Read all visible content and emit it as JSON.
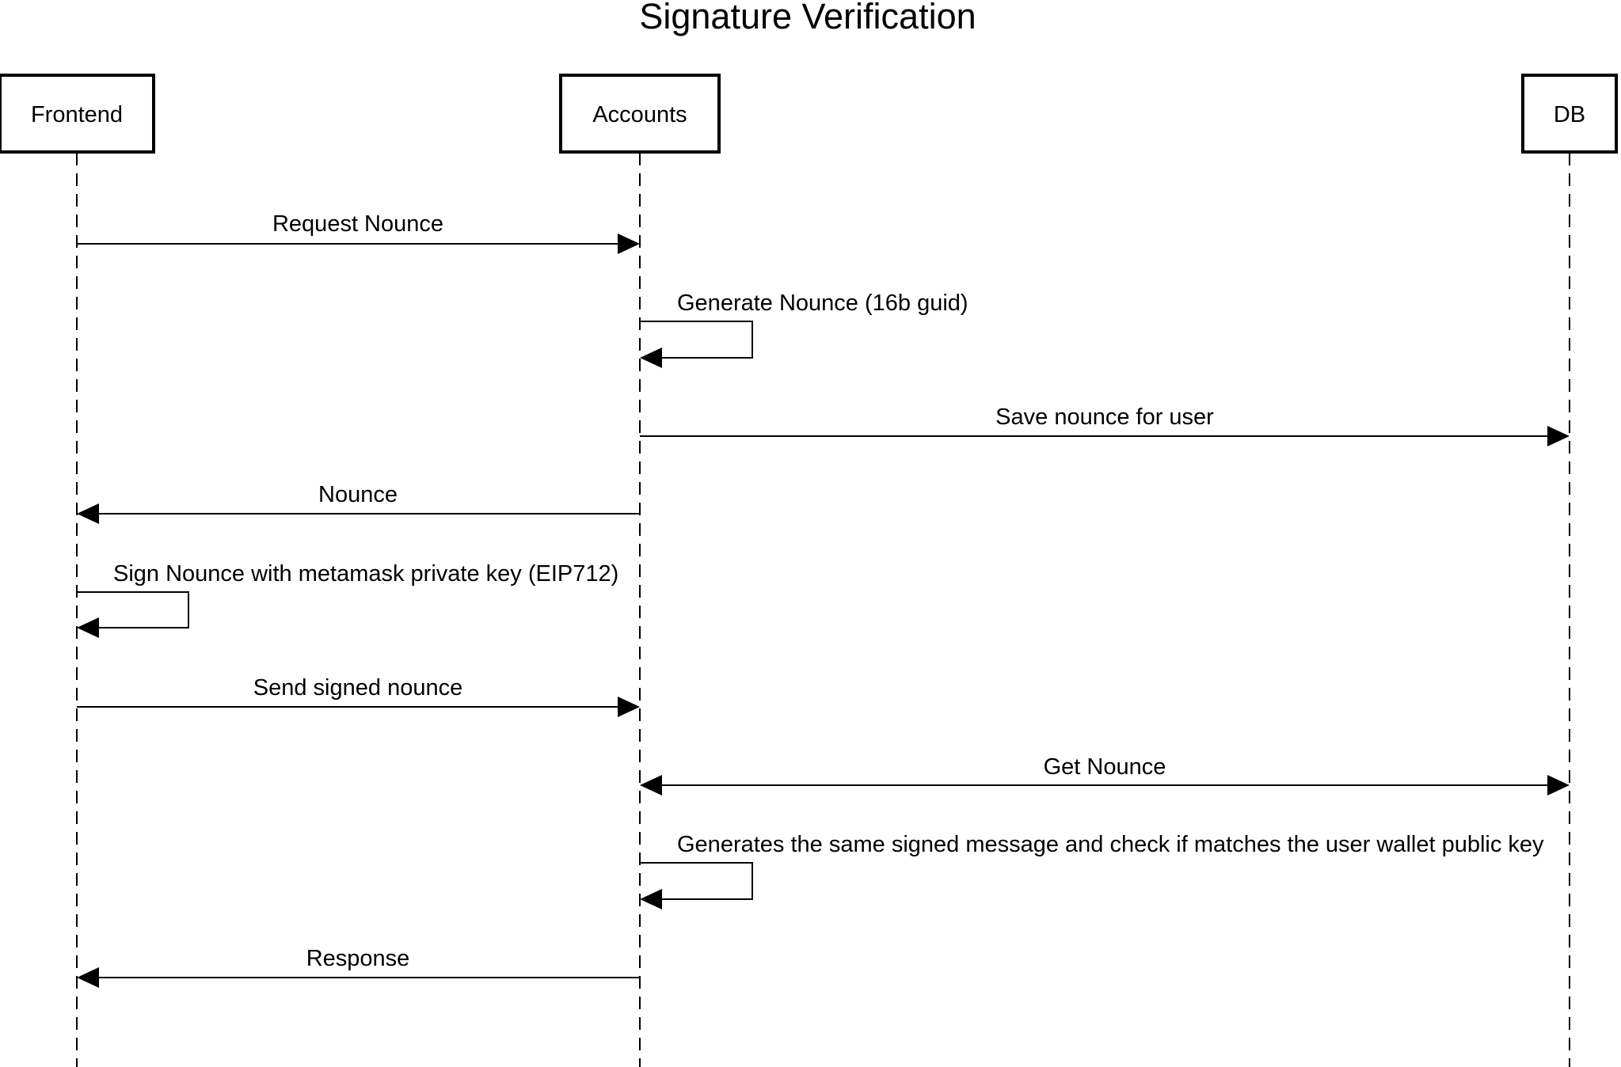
{
  "diagram": {
    "title": "Signature Verification",
    "participants": [
      {
        "id": "frontend",
        "label": "Frontend"
      },
      {
        "id": "accounts",
        "label": "Accounts"
      },
      {
        "id": "db",
        "label": "DB"
      }
    ],
    "messages": [
      {
        "from": "frontend",
        "to": "accounts",
        "label": "Request Nounce",
        "kind": "forward"
      },
      {
        "from": "accounts",
        "to": "accounts",
        "label": "Generate Nounce (16b guid)",
        "kind": "self"
      },
      {
        "from": "accounts",
        "to": "db",
        "label": "Save nounce for user",
        "kind": "forward"
      },
      {
        "from": "accounts",
        "to": "frontend",
        "label": "Nounce",
        "kind": "return"
      },
      {
        "from": "frontend",
        "to": "frontend",
        "label": "Sign Nounce with metamask private key (EIP712)",
        "kind": "self"
      },
      {
        "from": "frontend",
        "to": "accounts",
        "label": "Send signed nounce",
        "kind": "forward"
      },
      {
        "from": "accounts",
        "to": "db",
        "label": "Get Nounce",
        "kind": "bidirectional"
      },
      {
        "from": "accounts",
        "to": "accounts",
        "label": "Generates the same signed message and check if matches the user wallet public key",
        "kind": "self"
      },
      {
        "from": "accounts",
        "to": "frontend",
        "label": "Response",
        "kind": "return"
      }
    ]
  }
}
